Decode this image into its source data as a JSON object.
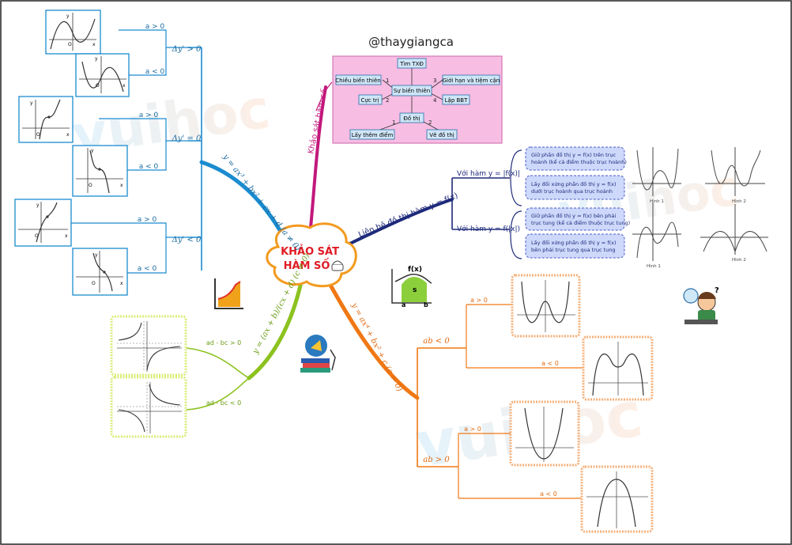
{
  "watermark": "@thaygiangca",
  "center": {
    "line1": "KHẢO SÁT",
    "line2": "HÀM SỐ"
  },
  "branches": {
    "cubic": {
      "formula": "y = ax³ + bx² + cx + d (a ≠ 0)",
      "cases": [
        {
          "label": "Δy' > 0",
          "subs": [
            {
              "label": "a > 0"
            },
            {
              "label": "a < 0"
            }
          ]
        },
        {
          "label": "Δy' = 0",
          "subs": [
            {
              "label": "a > 0"
            },
            {
              "label": "a < 0"
            }
          ]
        },
        {
          "label": "Δy' < 0",
          "subs": [
            {
              "label": "a > 0"
            },
            {
              "label": "a < 0"
            }
          ]
        }
      ]
    },
    "survey": {
      "label": "Khảo sát hàm số",
      "nodes": {
        "txd": "Tìm TXĐ",
        "bienthien": "Sự biến thiên",
        "chieu": "Chiều biến thiên",
        "gioihan": "Giới hạn và tiệm cận",
        "cuctri": "Cực trị",
        "lapbbt": "Lập BBT",
        "dothi": "Đồ thị",
        "laythem": "Lấy thêm điểm",
        "vedothi": "Vẽ đồ thị"
      },
      "nums": [
        "1",
        "2",
        "3",
        "4",
        "1",
        "2"
      ]
    },
    "abs": {
      "label": "Liên hệ đồ thị hàm y = f(x)",
      "case1": "Với hàm y = |f(x)|",
      "case1_items": [
        "Giữ phần đồ thị y = f(x) trên trục hoành (kể cả điểm thuộc trục hoành)",
        "Lấy đối xứng phần đồ thị y = f(x) dưới trục hoành qua trục hoành"
      ],
      "case2": "Với hàm y = f(|x|)",
      "case2_items": [
        "Giữ phần đồ thị y = f(x) bên phải trục tung (kể cả điểm thuộc trục tung)",
        "Lấy đối xứng phần đồ thị y = f(x) bên phải trục tung qua trục tung"
      ],
      "figures": [
        "Hình 1",
        "Hình 2",
        "Hình 1",
        "Hình 2"
      ]
    },
    "rational": {
      "formula": "y = (ax + b)/(cx + d) (c ≠ 0)",
      "subs": [
        {
          "label": "ad - bc > 0"
        },
        {
          "label": "ad - bc < 0"
        }
      ]
    },
    "quartic": {
      "formula": "y = ax⁴ + bx² + c (a ≠ 0)",
      "cases": [
        {
          "label": "ab < 0",
          "subs": [
            {
              "label": "a > 0"
            },
            {
              "label": "a < 0"
            }
          ]
        },
        {
          "label": "ab > 0",
          "subs": [
            {
              "label": "a > 0"
            },
            {
              "label": "a < 0"
            }
          ]
        }
      ]
    }
  },
  "axis_text": {
    "x": "x",
    "y": "y",
    "o": "O"
  },
  "integral_icon": {
    "f": "f(x)",
    "s": "s",
    "a": "a",
    "b": "b"
  },
  "colors": {
    "cubic": "#1a8bd0",
    "survey": "#c2187c",
    "abs": "#1e2a7a",
    "rational": "#8cc21f",
    "quartic": "#f07814",
    "center_border": "#f39a1e",
    "center_text": "#e01b24"
  }
}
